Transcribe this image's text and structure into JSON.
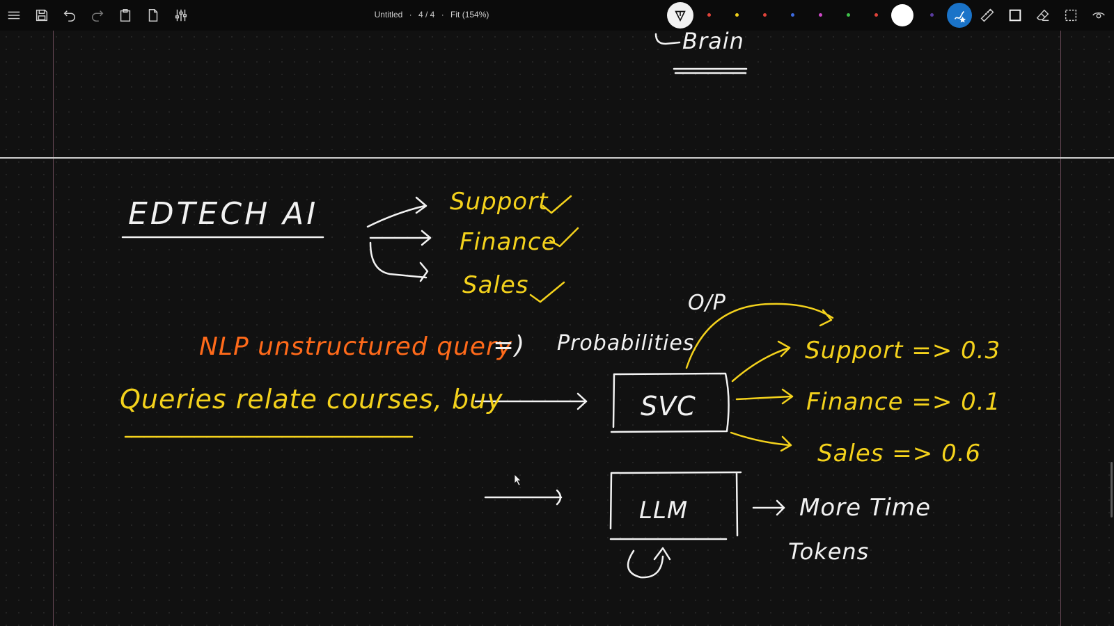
{
  "toolbar": {
    "doc_title": "Untitled",
    "separator": "·",
    "page_indicator": "4 / 4",
    "zoom": "Fit (154%)",
    "icons": [
      "menu-icon",
      "save-icon",
      "undo-icon",
      "redo-icon",
      "paste-icon",
      "new-page-icon",
      "settings-icon",
      "pen-tool-icon",
      "highlighter-icon",
      "ruler-icon",
      "shape-icon",
      "eraser-icon",
      "lasso-icon",
      "view-icon"
    ],
    "pen_colors": [
      "#e0433a",
      "#f2d21b",
      "#e0433a",
      "#3d6be0",
      "#d048c8",
      "#3fc24a",
      "#e0433a",
      "#ffffff",
      "#5a3ca0"
    ]
  },
  "board": {
    "top_text": "Brain",
    "title": "EDTECH  AI",
    "branches": [
      "Support",
      "Finance",
      "Sales"
    ],
    "nlp_note": "NLP unstructured query",
    "probabilities_label": "Probabilities",
    "query": "Queries relate courses, buy",
    "op_label": "O/P",
    "svc_box": "SVC",
    "svc_outputs": [
      "Support => 0.3",
      "Finance => 0.1",
      "Sales => 0.6"
    ],
    "llm_box": "LLM",
    "llm_notes": [
      "More Time",
      "Tokens"
    ]
  }
}
